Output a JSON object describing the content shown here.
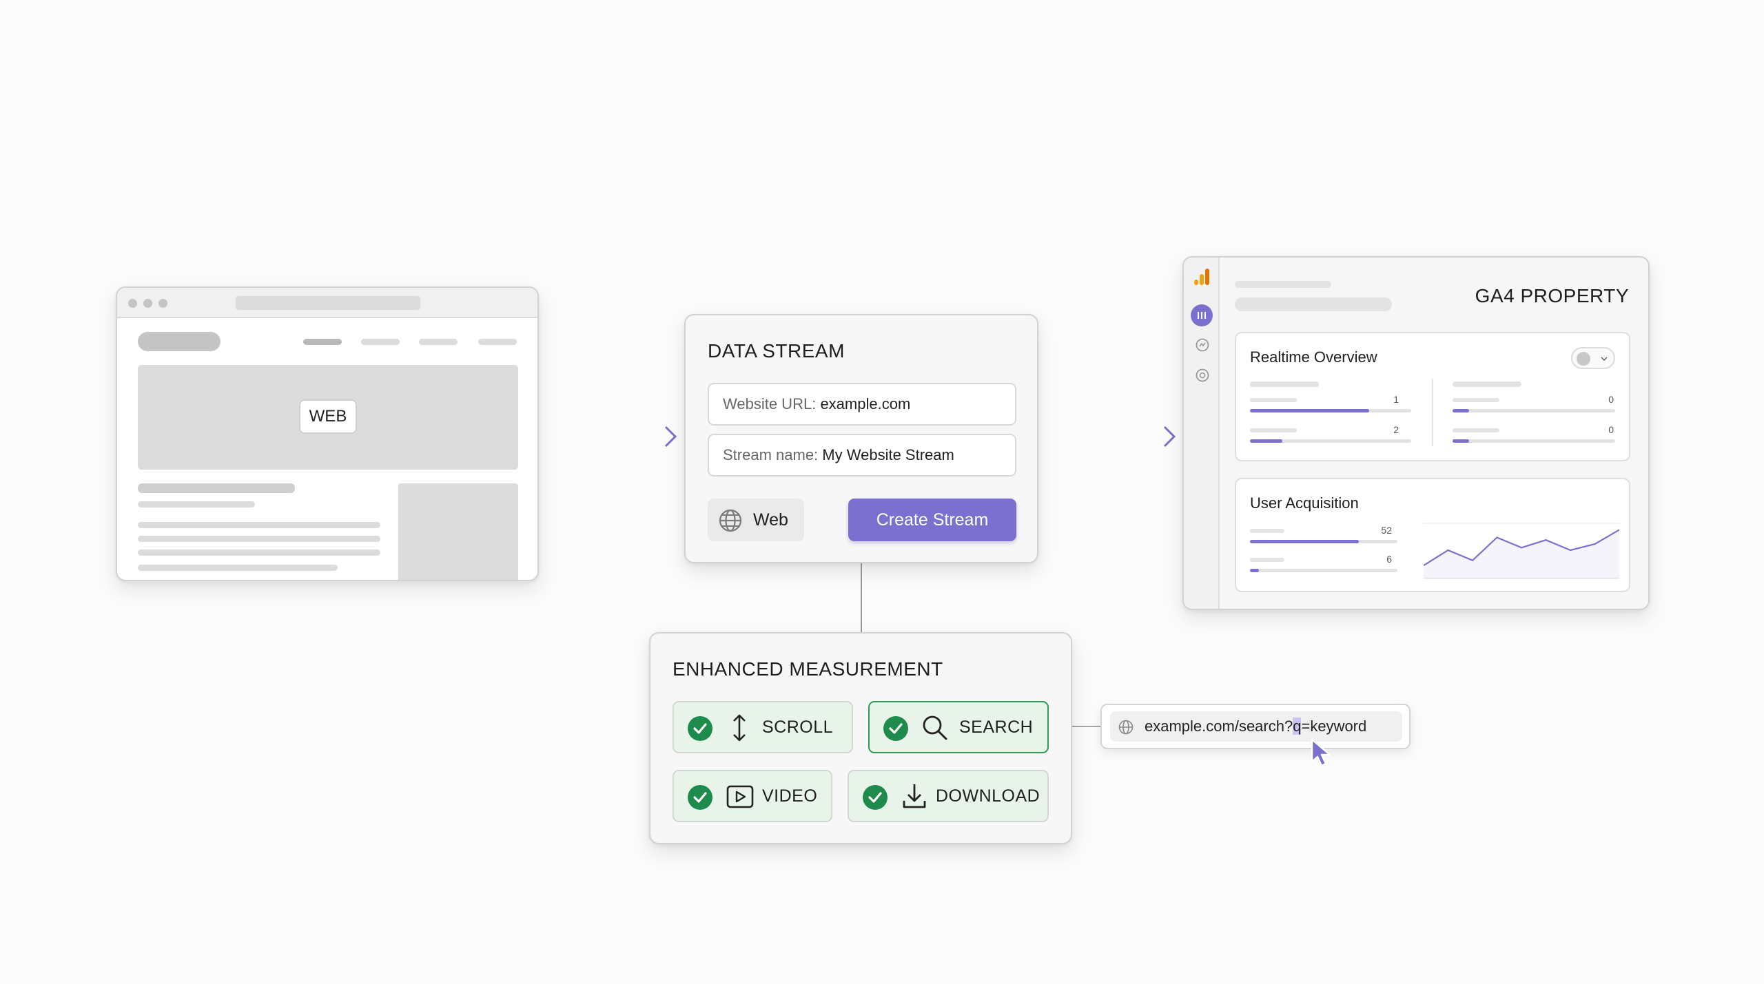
{
  "website": {
    "label": "WEB"
  },
  "data_stream": {
    "title": "DATA STREAM",
    "url_label": "Website URL:",
    "url_value": "example.com",
    "name_label": "Stream name:",
    "name_value": "My Website Stream",
    "platform_label": "Web",
    "create_button": "Create Stream",
    "accent_color": "#7b6fcf"
  },
  "enhanced_measurement": {
    "title": "ENHANCED MEASUREMENT",
    "options": [
      {
        "label": "SCROLL",
        "icon": "scroll-arrows-icon",
        "enabled": true
      },
      {
        "label": "SEARCH",
        "icon": "magnifier-icon",
        "enabled": true
      },
      {
        "label": "VIDEO",
        "icon": "play-icon",
        "enabled": true
      },
      {
        "label": "DOWNLOAD",
        "icon": "download-icon",
        "enabled": true
      }
    ],
    "check_color": "#1e8a4c"
  },
  "search_url": {
    "prefix": "example.com/search?",
    "highlight": "q",
    "suffix": "=keyword"
  },
  "ga4": {
    "title": "GA4 PROPERTY",
    "realtime": {
      "title": "Realtime Overview",
      "left_rows": [
        {
          "value": "1",
          "fill": 0.74
        },
        {
          "value": "2",
          "fill": 0.2
        }
      ],
      "right_rows": [
        {
          "value": "0",
          "fill": 0.1
        },
        {
          "value": "0",
          "fill": 0.1
        }
      ]
    },
    "acquisition": {
      "title": "User Acquisition",
      "rows": [
        {
          "value": "52",
          "fill": 0.74
        },
        {
          "value": "6",
          "fill": 0.06
        }
      ],
      "trend": [
        0.2,
        0.5,
        0.3,
        0.75,
        0.55,
        0.7,
        0.5,
        0.62,
        0.9
      ]
    }
  }
}
